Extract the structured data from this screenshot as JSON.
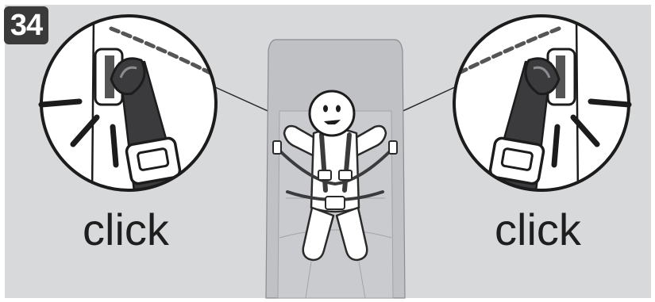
{
  "step": {
    "number": "34"
  },
  "labels": {
    "left": "click",
    "right": "click"
  },
  "colors": {
    "background": "#d8d9db",
    "seat": "#bfc1c4",
    "strap": "#3b3b3e",
    "outline": "#1c1c1c",
    "badge": "#3a3a3a"
  },
  "icons": [
    "smiley-face-icon",
    "click-sound-lines-icon",
    "harness-buckle-icon"
  ]
}
